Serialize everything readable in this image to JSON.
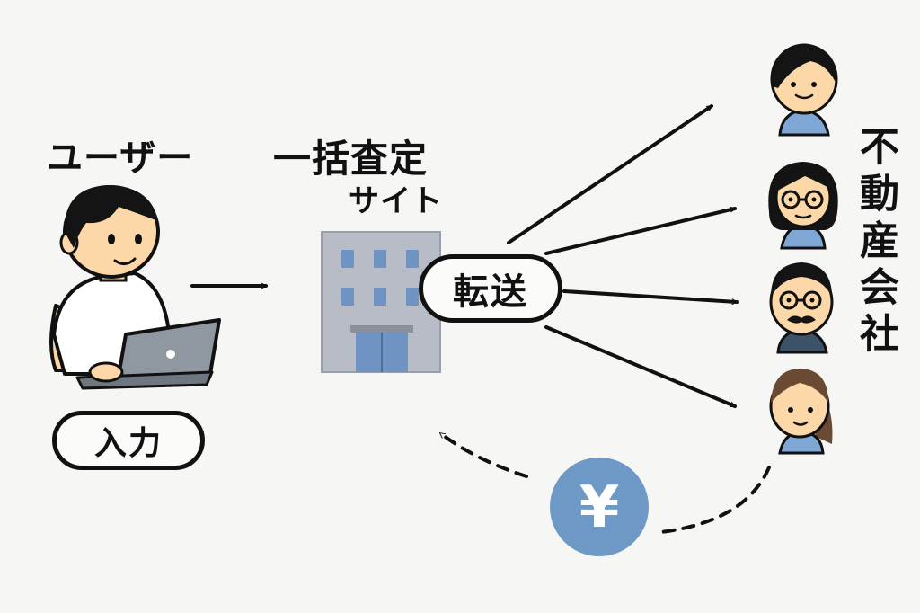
{
  "user": {
    "label": "ユーザー",
    "action_label": "入力"
  },
  "site": {
    "label_line1": "一括査定",
    "label_line2": "サイト"
  },
  "transfer": {
    "label": "転送"
  },
  "companies": {
    "label": "不動産会社",
    "count": 4
  },
  "fee": {
    "symbol": "¥"
  },
  "colors": {
    "background": "#f6f6f4",
    "outline": "#111111",
    "skin": "#fcd7a8",
    "building": "#b7bcc6",
    "window": "#6f94c4",
    "shirt_blue": "#7ea7d6",
    "yen_circle": "#6e99c6",
    "laptop": "#8f97a1"
  }
}
